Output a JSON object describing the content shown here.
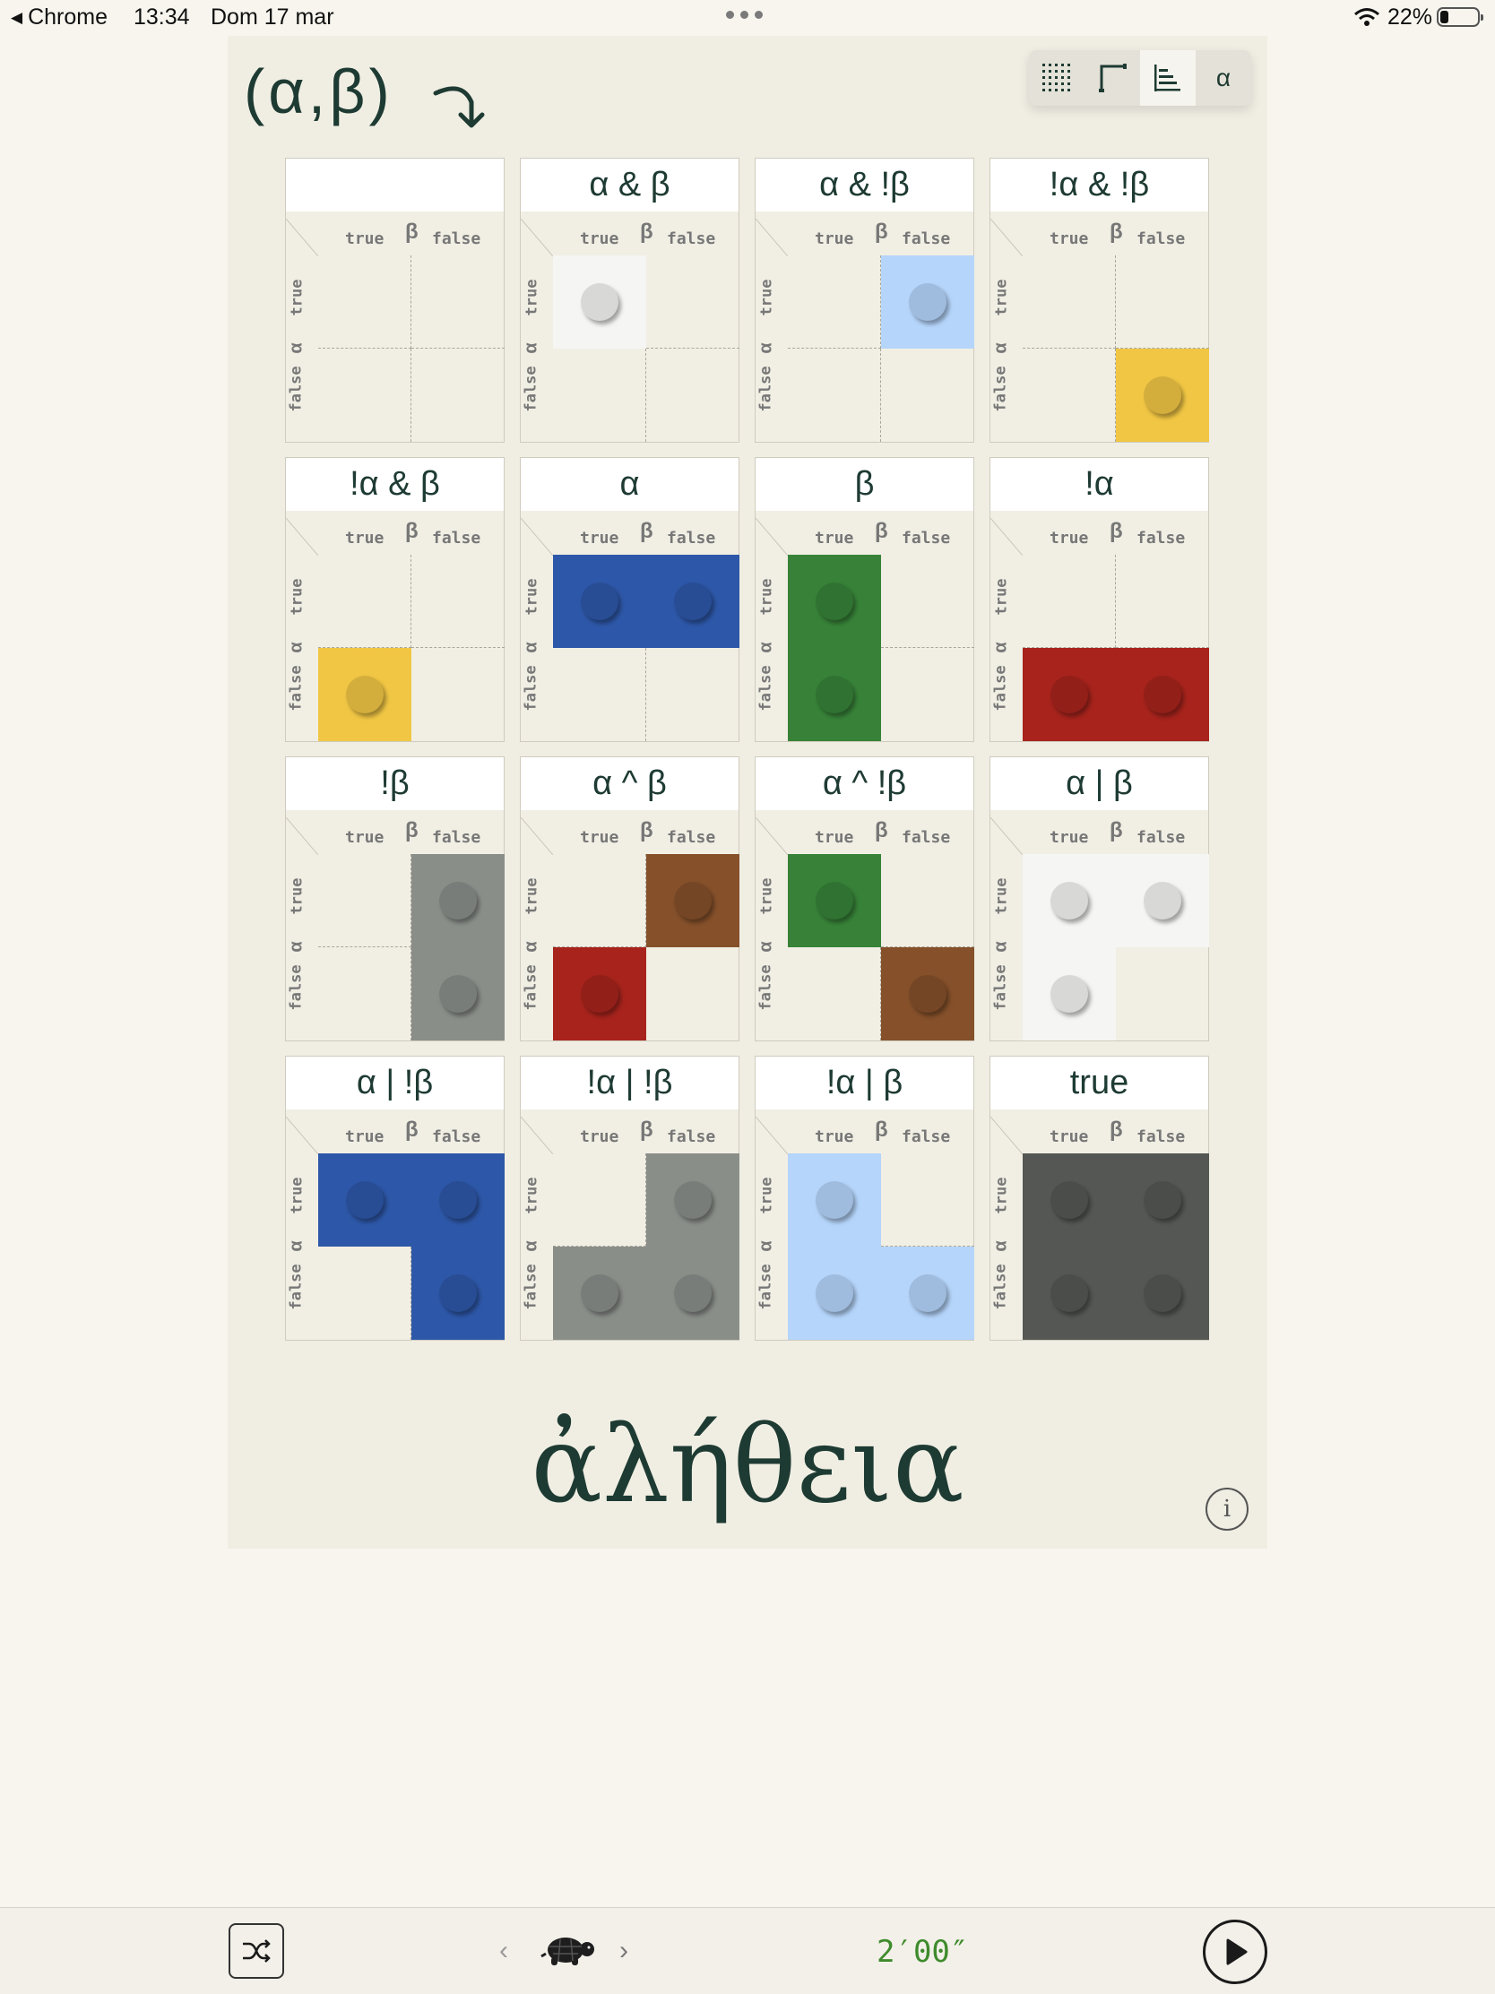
{
  "status_bar": {
    "back_app": "Chrome",
    "time": "13:34",
    "date": "Dom 17 mar",
    "battery": "22%"
  },
  "header": {
    "params": "(α,β)"
  },
  "toolbar": {
    "items": [
      "grid-icon",
      "corner-axes-icon",
      "align-left-bars-icon",
      "α"
    ],
    "active_index": 2,
    "alpha_label": "α"
  },
  "axis_labels": {
    "beta": "β",
    "alpha": "α",
    "true": "true",
    "false": "false"
  },
  "colors": {
    "white": "#f5f5f3",
    "light_blue": "#b5d5fb",
    "yellow": "#f1c644",
    "blue": "#2d57a8",
    "green": "#378238",
    "red": "#a7231c",
    "gray": "#8a8e89",
    "brown": "#85502a",
    "dark": "#545753"
  },
  "cards": [
    {
      "title": "",
      "cells": [
        false,
        false,
        false,
        false
      ],
      "color": "white"
    },
    {
      "title": "α & β",
      "cells": [
        true,
        false,
        false,
        false
      ],
      "color": "white"
    },
    {
      "title": "α & !β",
      "cells": [
        false,
        true,
        false,
        false
      ],
      "color": "light_blue"
    },
    {
      "title": "!α & !β",
      "cells": [
        false,
        false,
        false,
        true
      ],
      "color": "yellow"
    },
    {
      "title": "!α & β",
      "cells": [
        false,
        false,
        true,
        false
      ],
      "color": "yellow"
    },
    {
      "title": "α",
      "cells": [
        true,
        true,
        false,
        false
      ],
      "color": "blue"
    },
    {
      "title": "β",
      "cells": [
        true,
        false,
        true,
        false
      ],
      "color": "green"
    },
    {
      "title": "!α",
      "cells": [
        false,
        false,
        true,
        true
      ],
      "color": "red"
    },
    {
      "title": "!β",
      "cells": [
        false,
        true,
        false,
        true
      ],
      "color": "gray"
    },
    {
      "title": "α ^ β",
      "cells": [
        false,
        true,
        true,
        false
      ],
      "cell_colors": [
        null,
        "brown",
        "red",
        null
      ]
    },
    {
      "title": "α ^ !β",
      "cells": [
        true,
        false,
        false,
        true
      ],
      "cell_colors": [
        "green",
        null,
        null,
        "brown"
      ]
    },
    {
      "title": "α | β",
      "cells": [
        true,
        true,
        true,
        false
      ],
      "color": "white"
    },
    {
      "title": "α | !β",
      "cells": [
        true,
        true,
        false,
        true
      ],
      "color": "blue"
    },
    {
      "title": "!α | !β",
      "cells": [
        false,
        true,
        true,
        true
      ],
      "color": "gray"
    },
    {
      "title": "!α | β",
      "cells": [
        true,
        false,
        true,
        true
      ],
      "color": "light_blue"
    },
    {
      "title": "true",
      "cells": [
        true,
        true,
        true,
        true
      ],
      "color": "dark"
    }
  ],
  "footer": {
    "title": "ἀλήθεια",
    "info_label": "i"
  },
  "bottom_bar": {
    "timer": "2′00″",
    "prev_label": "‹",
    "next_label": "›"
  }
}
